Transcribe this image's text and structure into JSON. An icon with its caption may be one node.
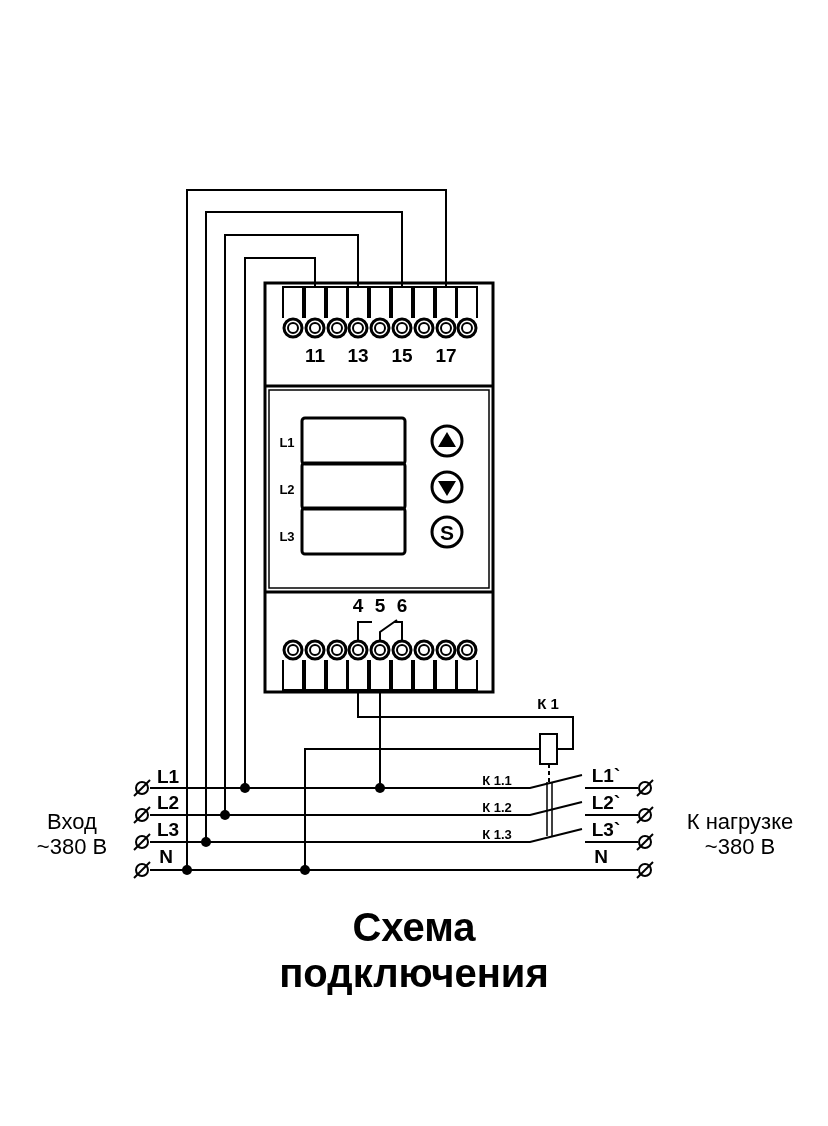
{
  "diagram": {
    "caption": "Схема подключения",
    "labels": [
      "11",
      "13",
      "15",
      "17",
      "L1",
      "L2",
      "L3",
      "S",
      "4",
      "5",
      "6",
      "К 1",
      "L1",
      "L2",
      "L3",
      "N",
      "К 1.1",
      "К 1.2",
      "К 1.3",
      "L1`",
      "L2`",
      "L3`",
      "N",
      "Вход ~380 В",
      "К нагрузке ~380 В"
    ]
  }
}
